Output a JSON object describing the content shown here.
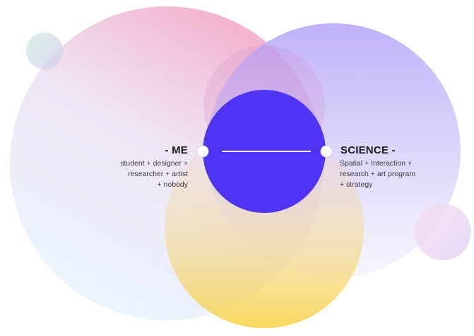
{
  "left_label": {
    "title": "- ME",
    "lines": [
      "student + designer +",
      "researcher + artist",
      "+ nobody"
    ]
  },
  "right_label": {
    "title": "SCIENCE -",
    "lines": [
      "Spatial + Interaction +",
      "research + art program",
      "+ strategy"
    ]
  },
  "colors": {
    "center_circle": "#4f34f6",
    "pink": "#f4a9c8",
    "lavender": "#b7a6f7",
    "yellow": "#f7d35a",
    "light_blue": "#e6f4ff",
    "connector": "#ffffff",
    "node_stroke": "#d8d8e8"
  }
}
